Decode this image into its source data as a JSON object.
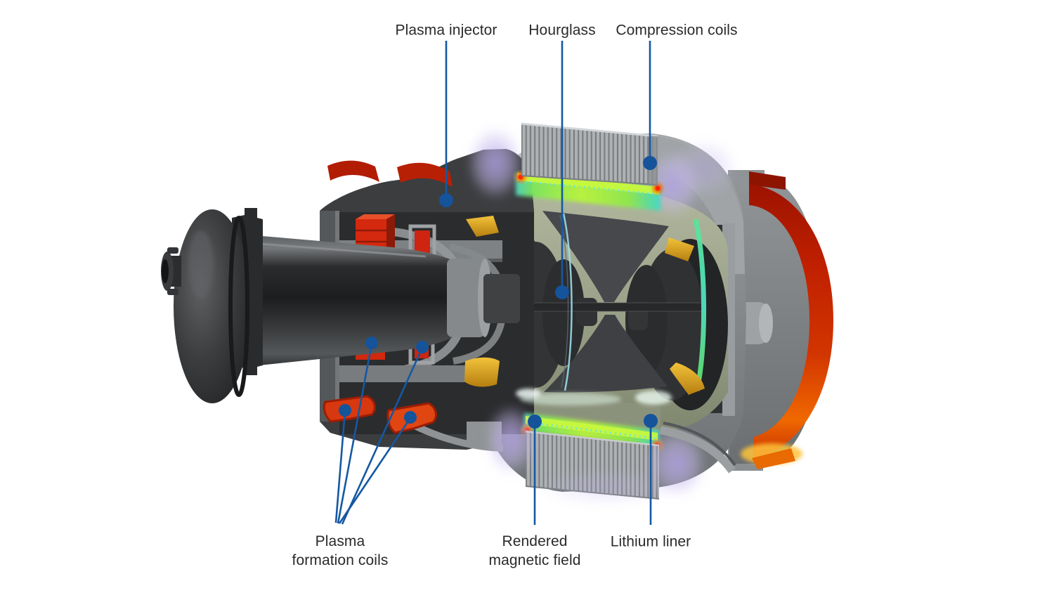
{
  "figure": {
    "callouts": {
      "plasma_injector": {
        "label": "Plasma injector"
      },
      "hourglass": {
        "label": "Hourglass"
      },
      "compression_coils": {
        "label": "Compression coils"
      },
      "plasma_formation_coils": {
        "label": "Plasma\nformation coils"
      },
      "rendered_magnetic_field": {
        "label": "Rendered\nmagnetic field"
      },
      "lithium_liner": {
        "label": "Lithium liner"
      }
    },
    "colors": {
      "background": "#ffffff",
      "label_text": "#2a2a2a",
      "leader_blue": "#1558a3",
      "coil_red": "#d5290f",
      "coil_orange": "#ef5b1e",
      "gold_insulator": "#d9a51e",
      "field_green": "#b9f43c",
      "field_cyan": "#52d8c0",
      "glow_purple": "#b3a2ea",
      "compression_ring_red": "#c02000",
      "liner_sage": "#9aa189",
      "metal_gray": "#8f9395",
      "housing_dark": "#3b3d3f"
    }
  }
}
